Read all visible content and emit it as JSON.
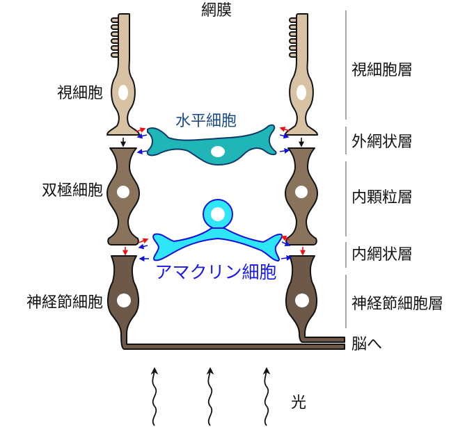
{
  "title": "網膜",
  "cells": {
    "photoreceptor": "視細胞",
    "bipolar": "双極細胞",
    "ganglion": "神経節細胞",
    "horizontal": "水平細胞",
    "amacrine": "アマクリン細胞"
  },
  "layers": [
    "視細胞層",
    "外網状層",
    "内顆粒層",
    "内網状層",
    "神経節細胞層"
  ],
  "to_brain": "脳へ",
  "light": "光",
  "colors": {
    "photoreceptor": "#d8c2a4",
    "bipolar": "#8a735d",
    "ganglion": "#6e5847",
    "horizontal": "#20b6b8",
    "amacrine": "#2ee6f8",
    "horizontal_text": "#1a4a86",
    "amacrine_text": "#1818ee",
    "excitatory_arrow": "#ee1111",
    "inhibitory_arrow": "#1111dd"
  }
}
